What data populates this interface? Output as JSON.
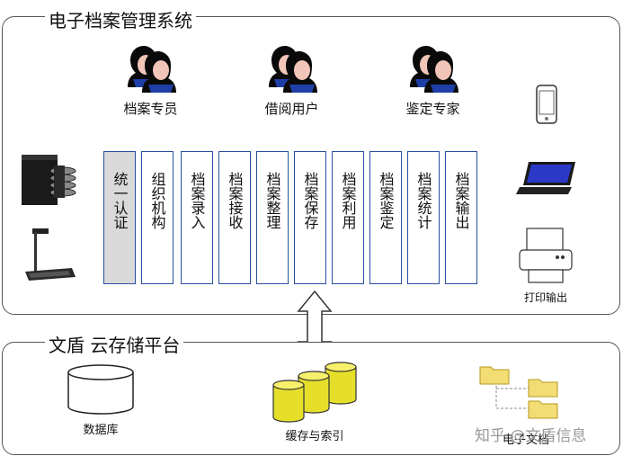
{
  "top_panel": {
    "title": "电子档案管理系统",
    "roles": [
      {
        "label": "档案专员",
        "icon": "users-icon"
      },
      {
        "label": "借阅用户",
        "icon": "users-icon"
      },
      {
        "label": "鉴定专家",
        "icon": "users-icon"
      }
    ],
    "modules": [
      {
        "label": "统一认证",
        "selected": true
      },
      {
        "label": "组织机构",
        "selected": false
      },
      {
        "label": "档案录入",
        "selected": false
      },
      {
        "label": "档案接收",
        "selected": false
      },
      {
        "label": "档案整理",
        "selected": false
      },
      {
        "label": "档案保存",
        "selected": false
      },
      {
        "label": "档案利用",
        "selected": false
      },
      {
        "label": "档案鉴定",
        "selected": false
      },
      {
        "label": "档案统计",
        "selected": false
      },
      {
        "label": "档案输出",
        "selected": false
      }
    ],
    "devices_left": [
      "disc-tower-icon",
      "document-camera-icon"
    ],
    "devices_right": [
      "mobile-phone-icon",
      "laptop-icon",
      "printer-icon"
    ],
    "printer_label": "打印输出"
  },
  "bottom_panel": {
    "title": "文盾 云存储平台",
    "database_label": "数据库",
    "cache_label": "缓存与索引",
    "docs_label": "电子文档"
  },
  "watermark": "知乎 @文盾信息",
  "colors": {
    "module_border": "#2b4fa0",
    "selected_fill": "#d9d9d9",
    "cylinder_fill": "#f2ea3a",
    "folder_fill": "#f5e27a"
  }
}
